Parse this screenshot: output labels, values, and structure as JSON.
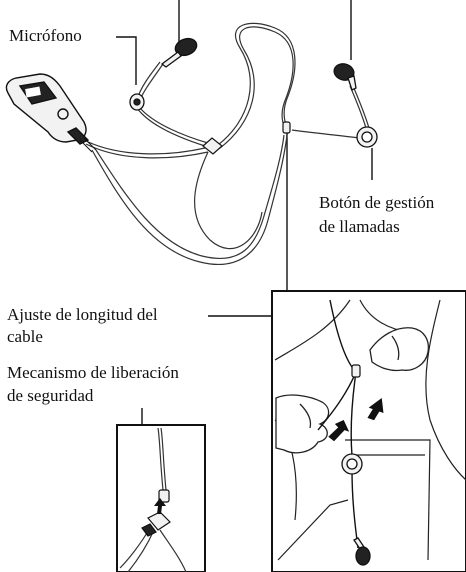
{
  "labels": {
    "microphone": "Micrófono",
    "call_button_line1": "Botón de gestión",
    "call_button_line2": "de llamadas",
    "cable_adjust_line1": "Ajuste de longitud del",
    "cable_adjust_line2": "cable",
    "safety_release_line1": "Mecanismo de liberación",
    "safety_release_line2": "de seguridad"
  },
  "colors": {
    "line": "#111111",
    "cable": "#333333",
    "fill_light": "#f2f2f2",
    "fill_dark": "#222222"
  }
}
